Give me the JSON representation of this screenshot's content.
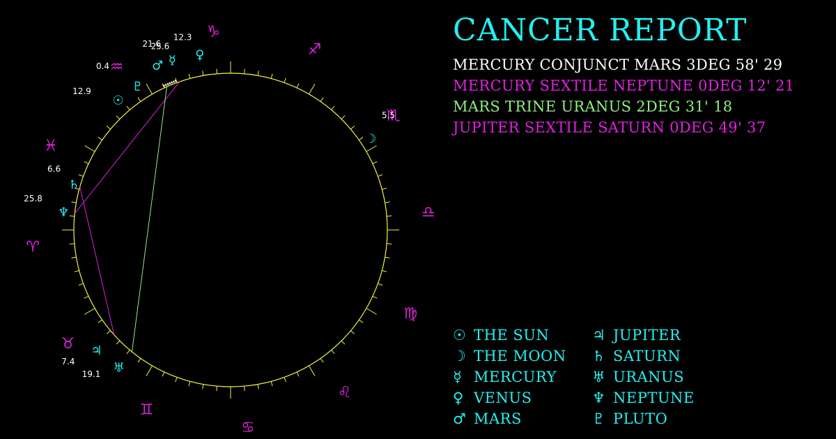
{
  "report": {
    "title": "CANCER REPORT"
  },
  "colors": {
    "background": "#000000",
    "cyan": "#23f0f0",
    "magenta": "#e020e0",
    "white": "#ffffff",
    "green": "#90f080",
    "wheel": "#f4f444"
  },
  "aspects": [
    {
      "text": "MERCURY CONJUNCT MARS 3DEG 58' 29",
      "color": "#ffffff"
    },
    {
      "text": "MERCURY SEXTILE NEPTUNE 0DEG 12' 21",
      "color": "#e020e0"
    },
    {
      "text": "MARS TRINE URANUS 2DEG 31' 18",
      "color": "#90f080"
    },
    {
      "text": "JUPITER SEXTILE SATURN 0DEG 49' 37",
      "color": "#e020e0"
    }
  ],
  "legend": [
    [
      {
        "glyph": "☉",
        "icon": "sun-icon",
        "label": "THE SUN"
      },
      {
        "glyph": "☽",
        "icon": "moon-icon",
        "label": "THE MOON"
      },
      {
        "glyph": "☿",
        "icon": "mercury-icon",
        "label": "MERCURY"
      },
      {
        "glyph": "♀",
        "icon": "venus-icon",
        "label": "VENUS"
      },
      {
        "glyph": "♂",
        "icon": "mars-icon",
        "label": "MARS"
      }
    ],
    [
      {
        "glyph": "♃",
        "icon": "jupiter-icon",
        "label": "JUPITER"
      },
      {
        "glyph": "♄",
        "icon": "saturn-icon",
        "label": "SATURN"
      },
      {
        "glyph": "♅",
        "icon": "uranus-icon",
        "label": "URANUS"
      },
      {
        "glyph": "♆",
        "icon": "neptune-icon",
        "label": "NEPTUNE"
      },
      {
        "glyph": "♇",
        "icon": "pluto-icon",
        "label": "PLUTO"
      }
    ]
  ],
  "zodiac": [
    {
      "glyph": "♑",
      "icon": "capricorn-icon"
    },
    {
      "glyph": "♐",
      "icon": "sagittarius-icon"
    },
    {
      "glyph": "♏",
      "icon": "scorpio-icon"
    },
    {
      "glyph": "♎",
      "icon": "libra-icon"
    },
    {
      "glyph": "♍",
      "icon": "virgo-icon"
    },
    {
      "glyph": "♌",
      "icon": "leo-icon"
    },
    {
      "glyph": "♋",
      "icon": "cancer-icon"
    },
    {
      "glyph": "♊",
      "icon": "gemini-icon"
    },
    {
      "glyph": "♉",
      "icon": "taurus-icon"
    },
    {
      "glyph": "♈",
      "icon": "aries-icon"
    },
    {
      "glyph": "♓",
      "icon": "pisces-icon"
    },
    {
      "glyph": "♒",
      "icon": "aquarius-icon"
    }
  ],
  "planets": [
    {
      "name": "mars",
      "glyph": "♂",
      "degree": "21.6"
    },
    {
      "name": "mercury",
      "glyph": "☿",
      "degree": "25.6"
    },
    {
      "name": "venus",
      "glyph": "♀",
      "degree": "12.3"
    },
    {
      "name": "pluto",
      "glyph": "♇",
      "degree": "0.4"
    },
    {
      "name": "sun",
      "glyph": "☉",
      "degree": "12.9"
    },
    {
      "name": "moon",
      "glyph": "☽",
      "degree": "5.5"
    },
    {
      "name": "saturn",
      "glyph": "♄",
      "degree": "6.6"
    },
    {
      "name": "neptune",
      "glyph": "♆",
      "degree": "25.8"
    },
    {
      "name": "jupiter",
      "glyph": "♃",
      "degree": "7.4"
    },
    {
      "name": "uranus",
      "glyph": "♅",
      "degree": "19.1"
    }
  ]
}
